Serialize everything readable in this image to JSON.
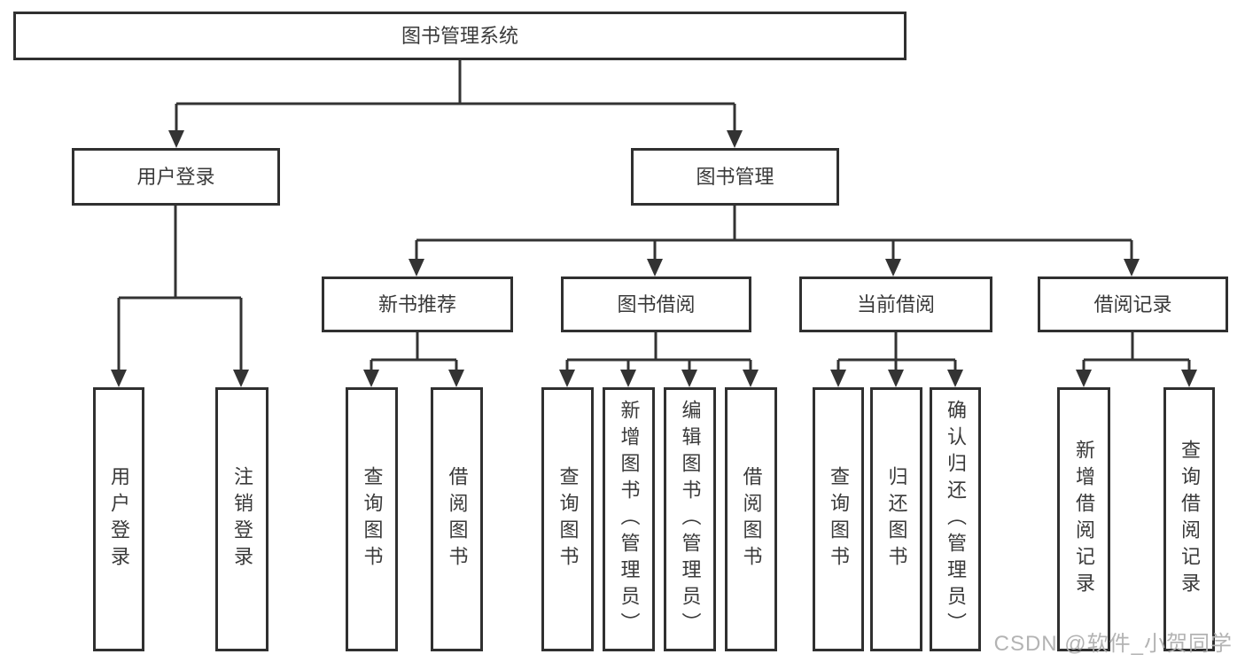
{
  "diagram": {
    "title": "图书管理系统",
    "branches": [
      {
        "label": "用户登录",
        "children": [
          "用户登录",
          "注销登录"
        ]
      },
      {
        "label": "图书管理",
        "modules": [
          {
            "label": "新书推荐",
            "children": [
              "查询图书",
              "借阅图书"
            ]
          },
          {
            "label": "图书借阅",
            "children": [
              "查询图书",
              "新增图书（管理员）",
              "编辑图书（管理员）",
              "借阅图书"
            ]
          },
          {
            "label": "当前借阅",
            "children": [
              "查询图书",
              "归还图书",
              "确认归还（管理员）"
            ]
          },
          {
            "label": "借阅记录",
            "children": [
              "新增借阅记录",
              "查询借阅记录"
            ]
          }
        ]
      }
    ]
  },
  "watermark": "CSDN @软件_小贺同学",
  "colors": {
    "line": "#333333",
    "box_border": "#303030",
    "text": "#3a3a3a",
    "background": "#ffffff",
    "watermark": "#afafaf"
  }
}
